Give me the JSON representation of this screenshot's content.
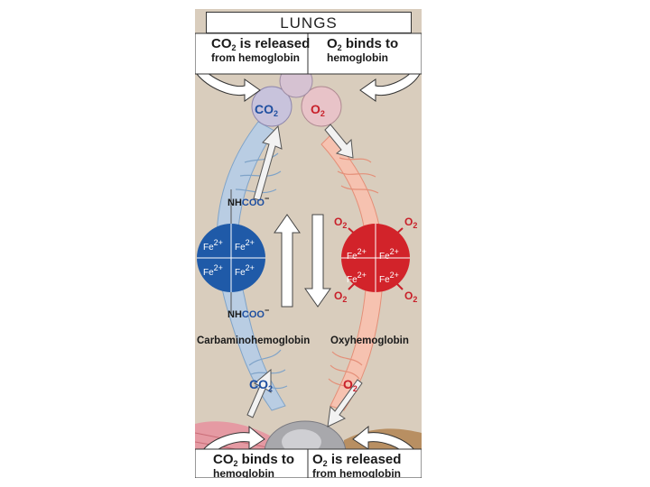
{
  "header": {
    "title": "LUNGS"
  },
  "notes": {
    "top_left": {
      "gas": "CO",
      "sub": "2",
      "line1_rest": " is released",
      "line2": "from hemoglobin"
    },
    "top_right": {
      "gas": "O",
      "sub": "2",
      "line1_rest": " binds to",
      "line2": "hemoglobin"
    },
    "bottom_left": {
      "gas": "CO",
      "sub": "2",
      "line1_rest": " binds to",
      "line2": "hemoglobin"
    },
    "bottom_right": {
      "gas": "O",
      "sub": "2",
      "line1_rest": " is released",
      "line2": "from hemoglobin"
    }
  },
  "gases": {
    "co2": {
      "base": "CO",
      "sub": "2"
    },
    "o2": {
      "base": "O",
      "sub": "2"
    }
  },
  "carbamino_group": {
    "nh": "NH",
    "coo": "COO",
    "charge": "−"
  },
  "iron": {
    "symbol": "Fe",
    "charge": "2+"
  },
  "labels": {
    "left": "Carbaminohemoglobin",
    "right": "Oxyhemoglobin"
  },
  "colors": {
    "panel": "#d9cdbd",
    "deoxy_blue": "#1f5aa8",
    "oxy_red": "#d2232a",
    "co2_text": "#1f4fa0",
    "o2_text": "#c8202a"
  }
}
